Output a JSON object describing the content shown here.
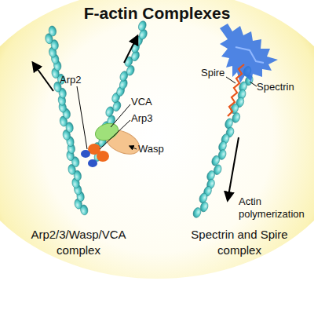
{
  "diagram": {
    "title": "F-actin Complexes",
    "labels": [
      "Arp2",
      "VCA",
      "Arp3",
      "Wasp",
      "Spire",
      "Spectrin",
      "Actin polymerization",
      "Arp2/3/Wasp/VCA complex",
      "Spectrin and Spire complex"
    ]
  }
}
